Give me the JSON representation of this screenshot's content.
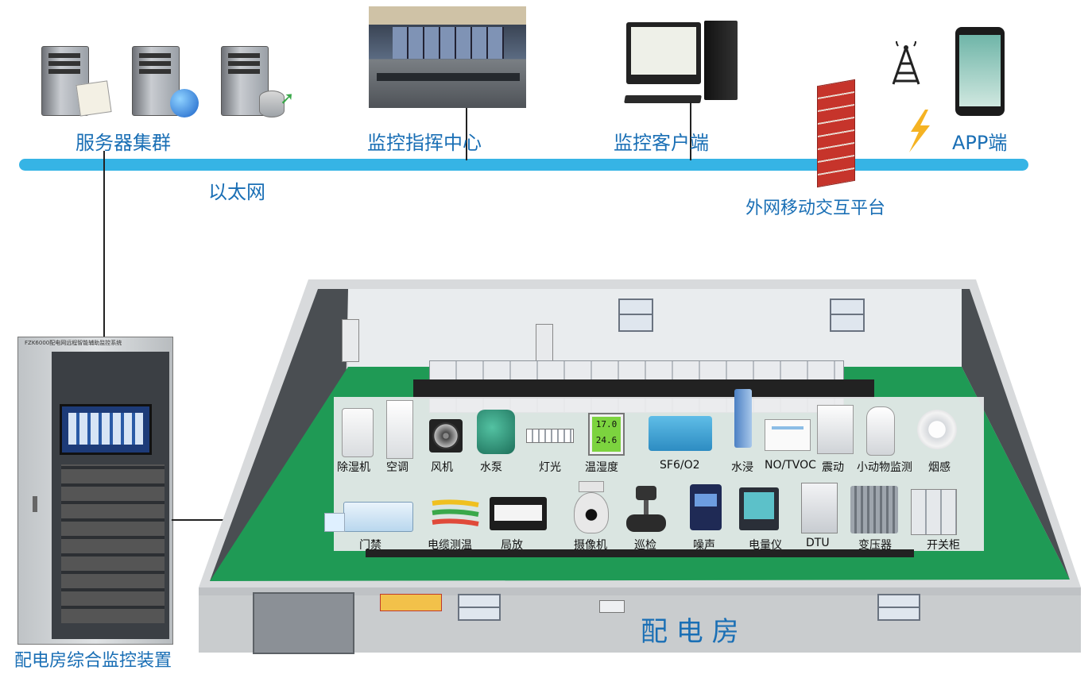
{
  "top": {
    "servers_label": "服务器集群",
    "command_label": "监控指挥中心",
    "client_label": "监控客户端",
    "app_label": "APP端",
    "ethernet_label": "以太网",
    "external_label": "外网移动交互平台"
  },
  "cabinet": {
    "header_text": "FZK6000配电网远程智能辅助监控系统",
    "caption": "配电房综合监控装置"
  },
  "room": {
    "title": "配 电 房"
  },
  "devices_row1": [
    "除湿机",
    "空调",
    "风机",
    "水泵",
    "灯光",
    "温湿度",
    "SF6/O2",
    "水浸",
    "NO/TVOC",
    "震动",
    "小动物监测",
    "烟感"
  ],
  "devices_row2": [
    "门禁",
    "电缆测温",
    "局放",
    "摄像机",
    "巡检",
    "噪声",
    "电量仪",
    "DTU",
    "变压器",
    "开关柜"
  ],
  "display": {
    "temp": "17.0",
    "humidity": "24.6"
  },
  "colors": {
    "ethernet": "#36b4e5",
    "label_blue": "#1a6fb5",
    "floor_green": "#1f9a55",
    "wall_dark": "#4a4e52",
    "firewall": "#c6342b"
  }
}
